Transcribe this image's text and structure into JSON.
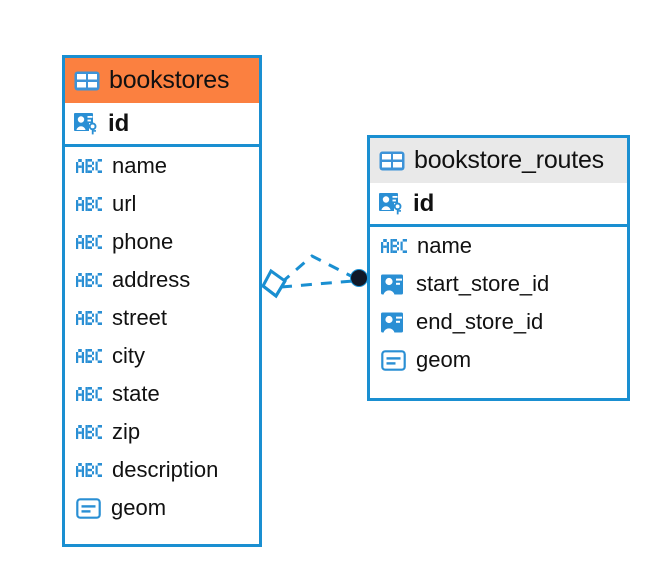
{
  "diagram": {
    "type": "entity-relationship-diagram",
    "background_color": "#ffffff",
    "entity_border_color": "#1a8fd1",
    "icon_color": "#2a8fd4",
    "entities": [
      {
        "name": "bookstores",
        "header_color": "#fb8040",
        "header_icon": "table-icon",
        "primary_key": {
          "label": "id",
          "icon": "primary-key-icon"
        },
        "columns": [
          {
            "label": "name",
            "icon": "abc-text-icon"
          },
          {
            "label": "url",
            "icon": "abc-text-icon"
          },
          {
            "label": "phone",
            "icon": "abc-text-icon"
          },
          {
            "label": "address",
            "icon": "abc-text-icon"
          },
          {
            "label": "street",
            "icon": "abc-text-icon"
          },
          {
            "label": "city",
            "icon": "abc-text-icon"
          },
          {
            "label": "state",
            "icon": "abc-text-icon"
          },
          {
            "label": "zip",
            "icon": "abc-text-icon"
          },
          {
            "label": "description",
            "icon": "abc-text-icon"
          },
          {
            "label": "geom",
            "icon": "geometry-blob-icon"
          }
        ]
      },
      {
        "name": "bookstore_routes",
        "header_color": "#e9e9e9",
        "header_icon": "table-icon",
        "primary_key": {
          "label": "id",
          "icon": "primary-key-icon"
        },
        "columns": [
          {
            "label": "name",
            "icon": "abc-text-icon"
          },
          {
            "label": "start_store_id",
            "icon": "foreign-key-icon"
          },
          {
            "label": "end_store_id",
            "icon": "foreign-key-icon"
          },
          {
            "label": "geom",
            "icon": "geometry-blob-icon"
          }
        ]
      }
    ],
    "relationship": {
      "line_color": "#1a8fd1",
      "line_style": "dashed",
      "source_marker": "diamond-marker",
      "target_marker": "filled-circle-marker",
      "target_marker_color": "#101828"
    }
  }
}
